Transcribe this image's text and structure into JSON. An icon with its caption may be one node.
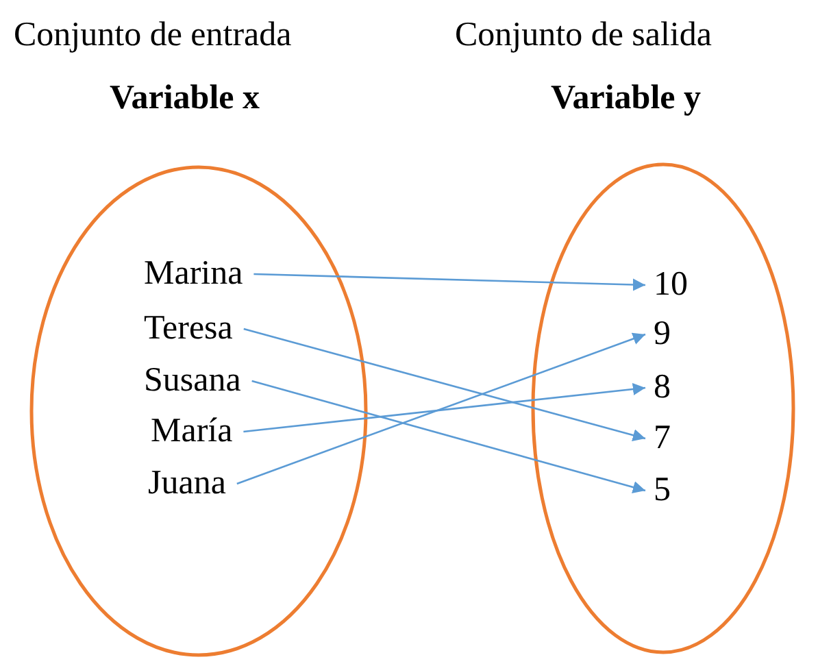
{
  "diagram": {
    "nodes": [
      {
        "text": [
          "Conjunto de entrada",
          "Variable x"
        ]
      },
      {
        "text": [
          "Marina"
        ],
        "in": 0
      },
      {
        "text": [
          "Teresa"
        ],
        "in": 0
      },
      {
        "text": [
          "Susana"
        ],
        "in": 0
      },
      {
        "text": [
          "María"
        ],
        "in": 0
      },
      {
        "text": [
          "Juana"
        ],
        "in": 0
      },
      {
        "text": [
          "Conjunto de salida",
          "Variable y"
        ]
      },
      {
        "text": [
          "10"
        ],
        "in": 6
      },
      {
        "text": [
          "9"
        ],
        "in": 6
      },
      {
        "text": [
          "8"
        ],
        "in": 6
      },
      {
        "text": [
          "7"
        ],
        "in": 6
      },
      {
        "text": [
          "5"
        ],
        "in": 6
      }
    ],
    "edges": [
      {
        "from": 1,
        "to": 7,
        "arrow": "to"
      },
      {
        "from": 2,
        "to": 10,
        "arrow": "to"
      },
      {
        "from": 3,
        "to": 11,
        "arrow": "to"
      },
      {
        "from": 4,
        "to": 9,
        "arrow": "to"
      },
      {
        "from": 5,
        "to": 8,
        "arrow": "to"
      }
    ]
  }
}
